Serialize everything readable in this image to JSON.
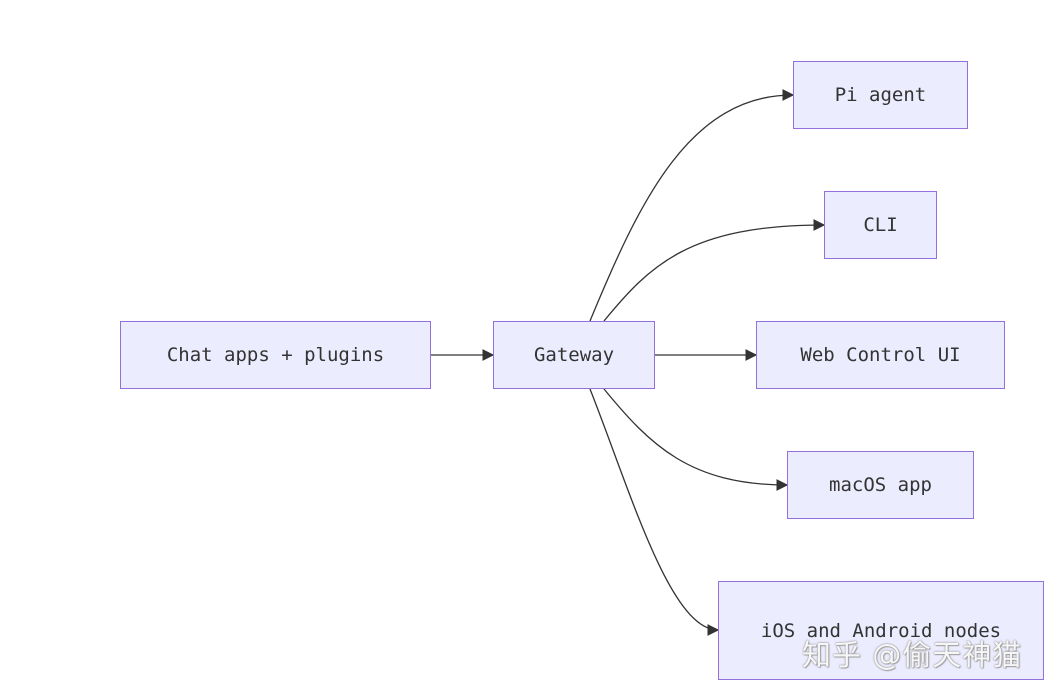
{
  "diagram": {
    "nodes": {
      "chat": "Chat apps + plugins",
      "gateway": "Gateway",
      "pi_agent": "Pi agent",
      "cli": "CLI",
      "web_ui": "Web Control UI",
      "macos": "macOS app",
      "mobile": "iOS and Android nodes"
    },
    "edges": [
      {
        "from": "chat",
        "to": "gateway"
      },
      {
        "from": "gateway",
        "to": "pi_agent"
      },
      {
        "from": "gateway",
        "to": "cli"
      },
      {
        "from": "gateway",
        "to": "web_ui"
      },
      {
        "from": "gateway",
        "to": "macos"
      },
      {
        "from": "gateway",
        "to": "mobile"
      }
    ],
    "colors": {
      "node_fill": "#ececff",
      "node_border": "#9370db",
      "edge": "#333333",
      "text": "#333333"
    }
  },
  "watermark": "知乎 @偷天神猫"
}
